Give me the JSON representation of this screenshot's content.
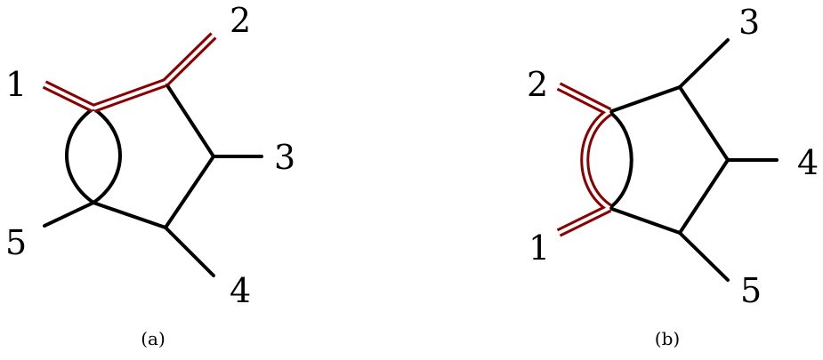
{
  "colors": {
    "highlight": "#8b0000",
    "line": "#000000",
    "background": "#ffffff"
  },
  "diagram_a": {
    "caption": "(a)",
    "labels": {
      "l1": "1",
      "l2": "2",
      "l3": "3",
      "l4": "4",
      "l5": "5"
    }
  },
  "diagram_b": {
    "caption": "(b)",
    "labels": {
      "l1": "1",
      "l2": "2",
      "l3": "3",
      "l4": "4",
      "l5": "5"
    }
  }
}
